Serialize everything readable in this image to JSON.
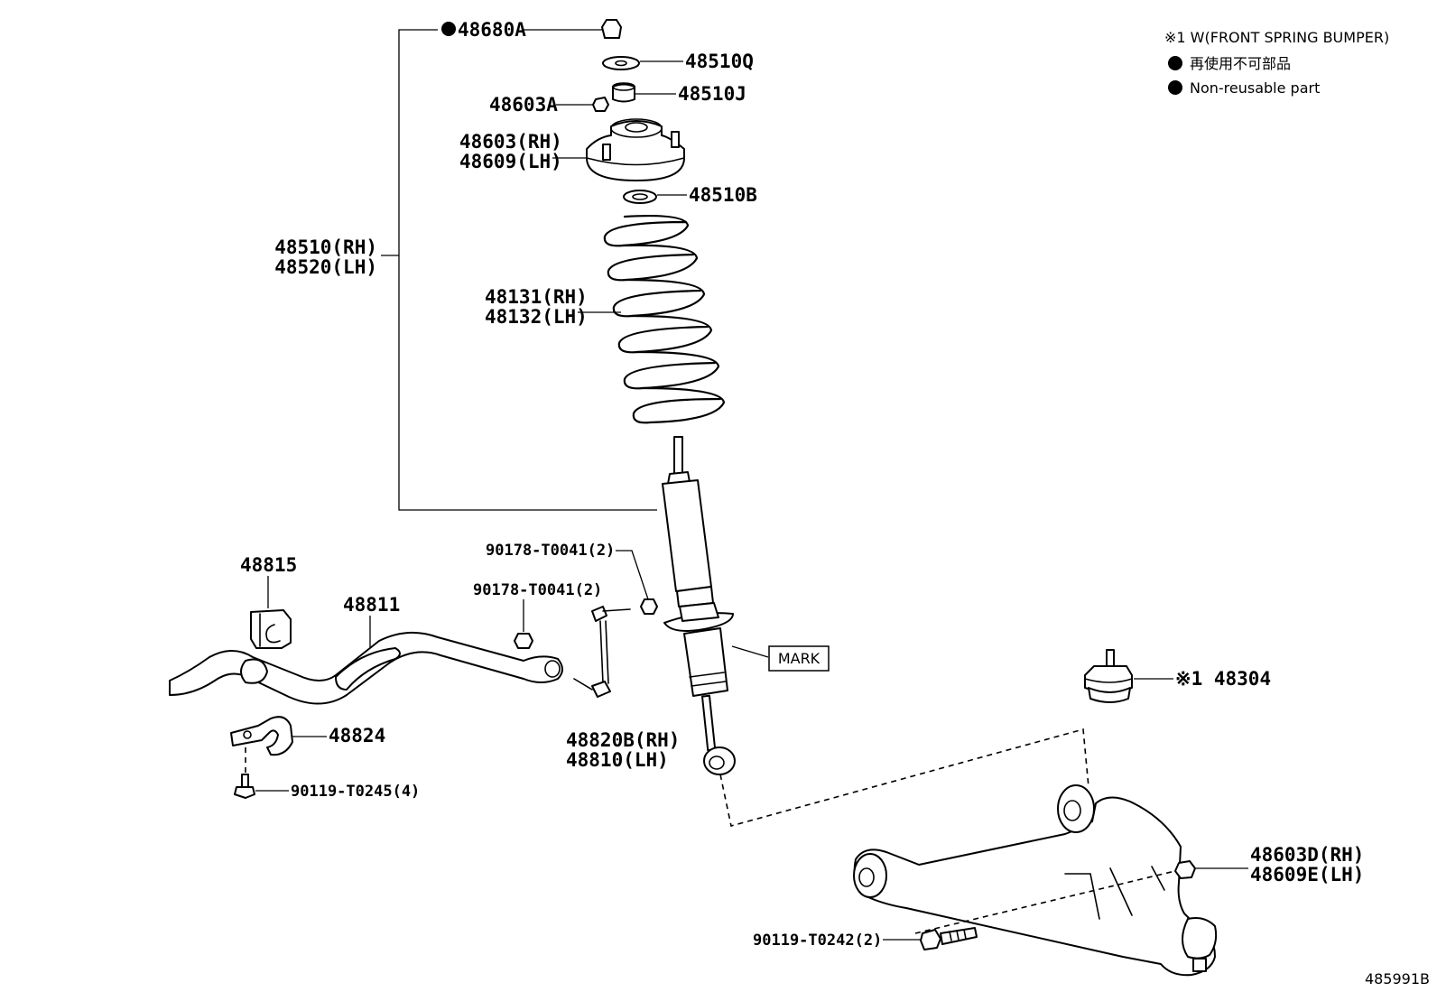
{
  "notes": {
    "note1": "※1 W(FRONT SPRING BUMPER)",
    "note2": "再使用不可部品",
    "note3": "Non-reusable part"
  },
  "labels": {
    "p48680A": "48680A",
    "p48510Q": "48510Q",
    "p48510J": "48510J",
    "p48603A": "48603A",
    "p48603RH": "48603(RH)",
    "p48609LH": "48609(LH)",
    "p48510B": "48510B",
    "p48510RH": "48510(RH)",
    "p48520LH": "48520(LH)",
    "p48131RH": "48131(RH)",
    "p48132LH": "48132(LH)",
    "p90178a": "90178-T0041(2)",
    "p90178b": "90178-T0041(2)",
    "p48815": "48815",
    "p48811": "48811",
    "mark": "MARK",
    "p48304": "※1 48304",
    "p48824": "48824",
    "p48820B": "48820B(RH)",
    "p48810": "48810(LH)",
    "p90119a": "90119-T0245(4)",
    "p48603D": "48603D(RH)",
    "p48609E": "48609E(LH)",
    "p90119b": "90119-T0242(2)",
    "illus": "485991B"
  }
}
